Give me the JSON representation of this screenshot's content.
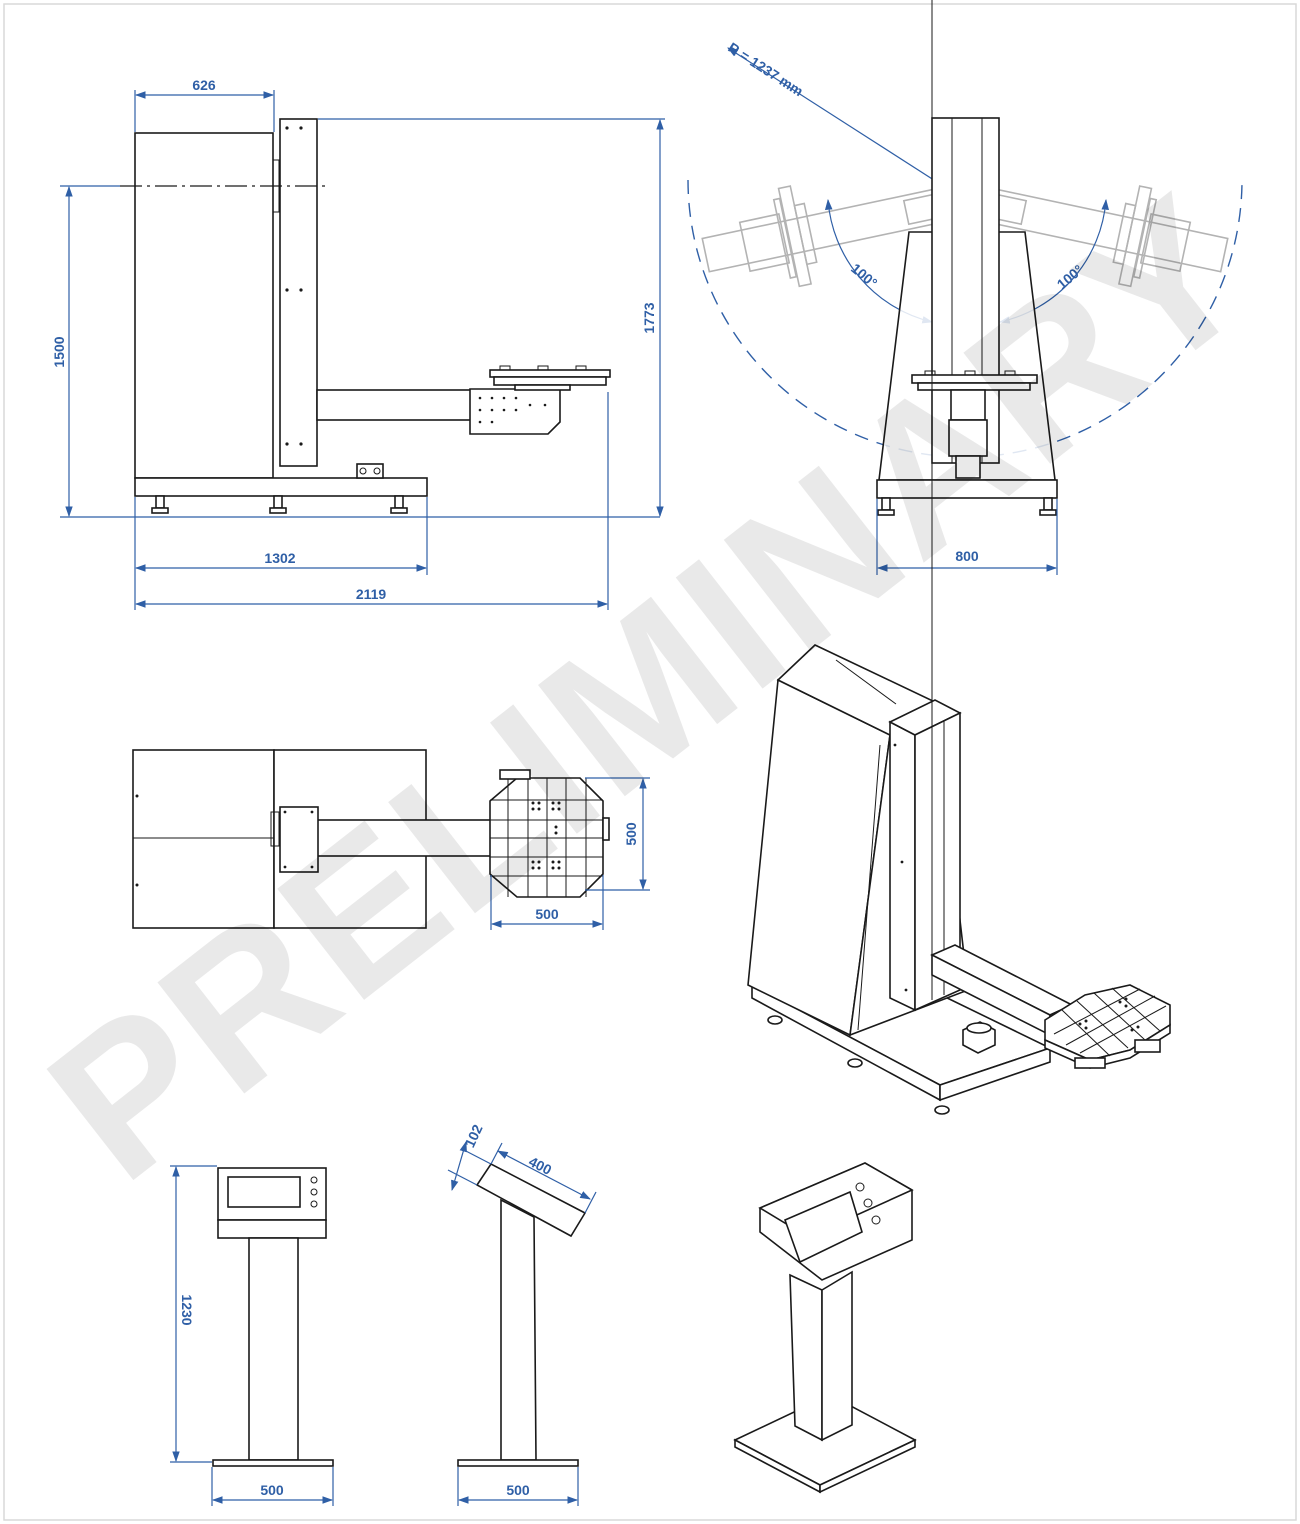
{
  "watermark": "PRELIMINARY",
  "colors": {
    "dimension": "#2f5fa6",
    "outline": "#1a1a1a",
    "ghost": "#b3b3b3",
    "border": "#d9d9d9"
  },
  "side_view": {
    "dim_top_width": "626",
    "dim_height": "1500",
    "dim_total_height": "1773",
    "dim_base_length": "1302",
    "dim_total_length": "2119"
  },
  "front_view": {
    "dim_radius": "R = 1237 mm",
    "dim_angle_left": "100°",
    "dim_angle_right": "100°",
    "dim_base_width": "800"
  },
  "top_view": {
    "dim_plate_depth": "500",
    "dim_plate_width": "500"
  },
  "kiosk_front": {
    "dim_height": "1230",
    "dim_base": "500"
  },
  "kiosk_side": {
    "dim_panel_depth": "102",
    "dim_panel_length": "400",
    "dim_base": "500"
  }
}
